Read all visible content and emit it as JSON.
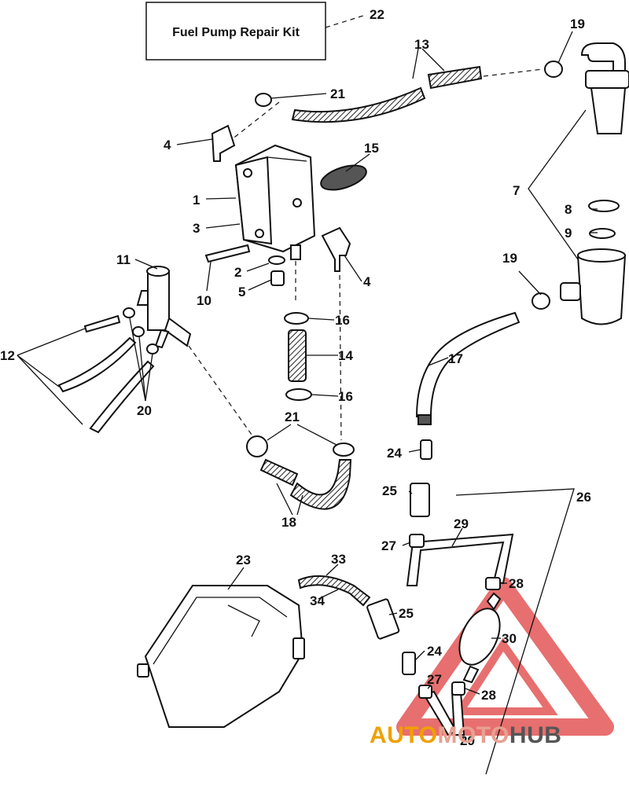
{
  "kit_box": {
    "number": "22",
    "label": "Fuel Pump Repair Kit"
  },
  "callouts": [
    {
      "id": "c13",
      "text": "13"
    },
    {
      "id": "c19a",
      "text": "19"
    },
    {
      "id": "c21a",
      "text": "21"
    },
    {
      "id": "c4a",
      "text": "4"
    },
    {
      "id": "c15",
      "text": "15"
    },
    {
      "id": "c1",
      "text": "1"
    },
    {
      "id": "c3",
      "text": "3"
    },
    {
      "id": "c7",
      "text": "7"
    },
    {
      "id": "c8",
      "text": "8"
    },
    {
      "id": "c9",
      "text": "9"
    },
    {
      "id": "c11",
      "text": "11"
    },
    {
      "id": "c2",
      "text": "2"
    },
    {
      "id": "c5",
      "text": "5"
    },
    {
      "id": "c10",
      "text": "10"
    },
    {
      "id": "c4b",
      "text": "4"
    },
    {
      "id": "c19b",
      "text": "19"
    },
    {
      "id": "c16a",
      "text": "16"
    },
    {
      "id": "c12",
      "text": "12"
    },
    {
      "id": "c14",
      "text": "14"
    },
    {
      "id": "c17",
      "text": "17"
    },
    {
      "id": "c20",
      "text": "20"
    },
    {
      "id": "c16b",
      "text": "16"
    },
    {
      "id": "c21b",
      "text": "21"
    },
    {
      "id": "c24a",
      "text": "24"
    },
    {
      "id": "c25a",
      "text": "25"
    },
    {
      "id": "c26",
      "text": "26"
    },
    {
      "id": "c18",
      "text": "18"
    },
    {
      "id": "c29a",
      "text": "29"
    },
    {
      "id": "c27a",
      "text": "27"
    },
    {
      "id": "c23",
      "text": "23"
    },
    {
      "id": "c33",
      "text": "33"
    },
    {
      "id": "c28a",
      "text": "28"
    },
    {
      "id": "c34",
      "text": "34"
    },
    {
      "id": "c25b",
      "text": "25"
    },
    {
      "id": "c30",
      "text": "30"
    },
    {
      "id": "c24b",
      "text": "24"
    },
    {
      "id": "c27b",
      "text": "27"
    },
    {
      "id": "c28b",
      "text": "28"
    },
    {
      "id": "c29b",
      "text": "29"
    }
  ],
  "watermark": {
    "part1": "AUTO",
    "part2": "MOTO",
    "part3": "HUB",
    "color1": "#f0a000",
    "color2": "#e8a090",
    "color3": "#555555",
    "logo_color": "#e04040"
  }
}
